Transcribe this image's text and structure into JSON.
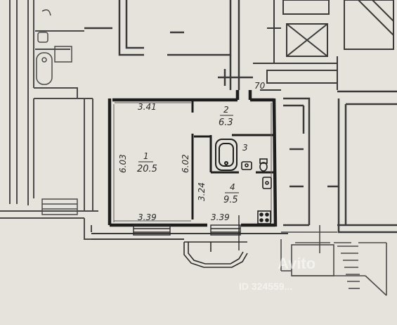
{
  "rooms": [
    {
      "number": "1",
      "area": "20.5"
    },
    {
      "number": "2",
      "area": "6.3"
    },
    {
      "number": "3",
      "area": ""
    },
    {
      "number": "4",
      "area": "9.5"
    }
  ],
  "dimensions": {
    "room1_top": "3.41",
    "room1_left": "6.03",
    "room1_right": "6.02",
    "room1_bottom": "3.39",
    "room4_left": "3.24",
    "room4_bottom": "3.39",
    "corner": "70"
  },
  "watermark": {
    "brand": "Avito",
    "id": "ID 324559..."
  },
  "colors": {
    "paper": "#e6e3dc",
    "wall": "#1e1e1e",
    "thin_line": "#3a3a3a",
    "hatch": "#7f7f7f"
  }
}
